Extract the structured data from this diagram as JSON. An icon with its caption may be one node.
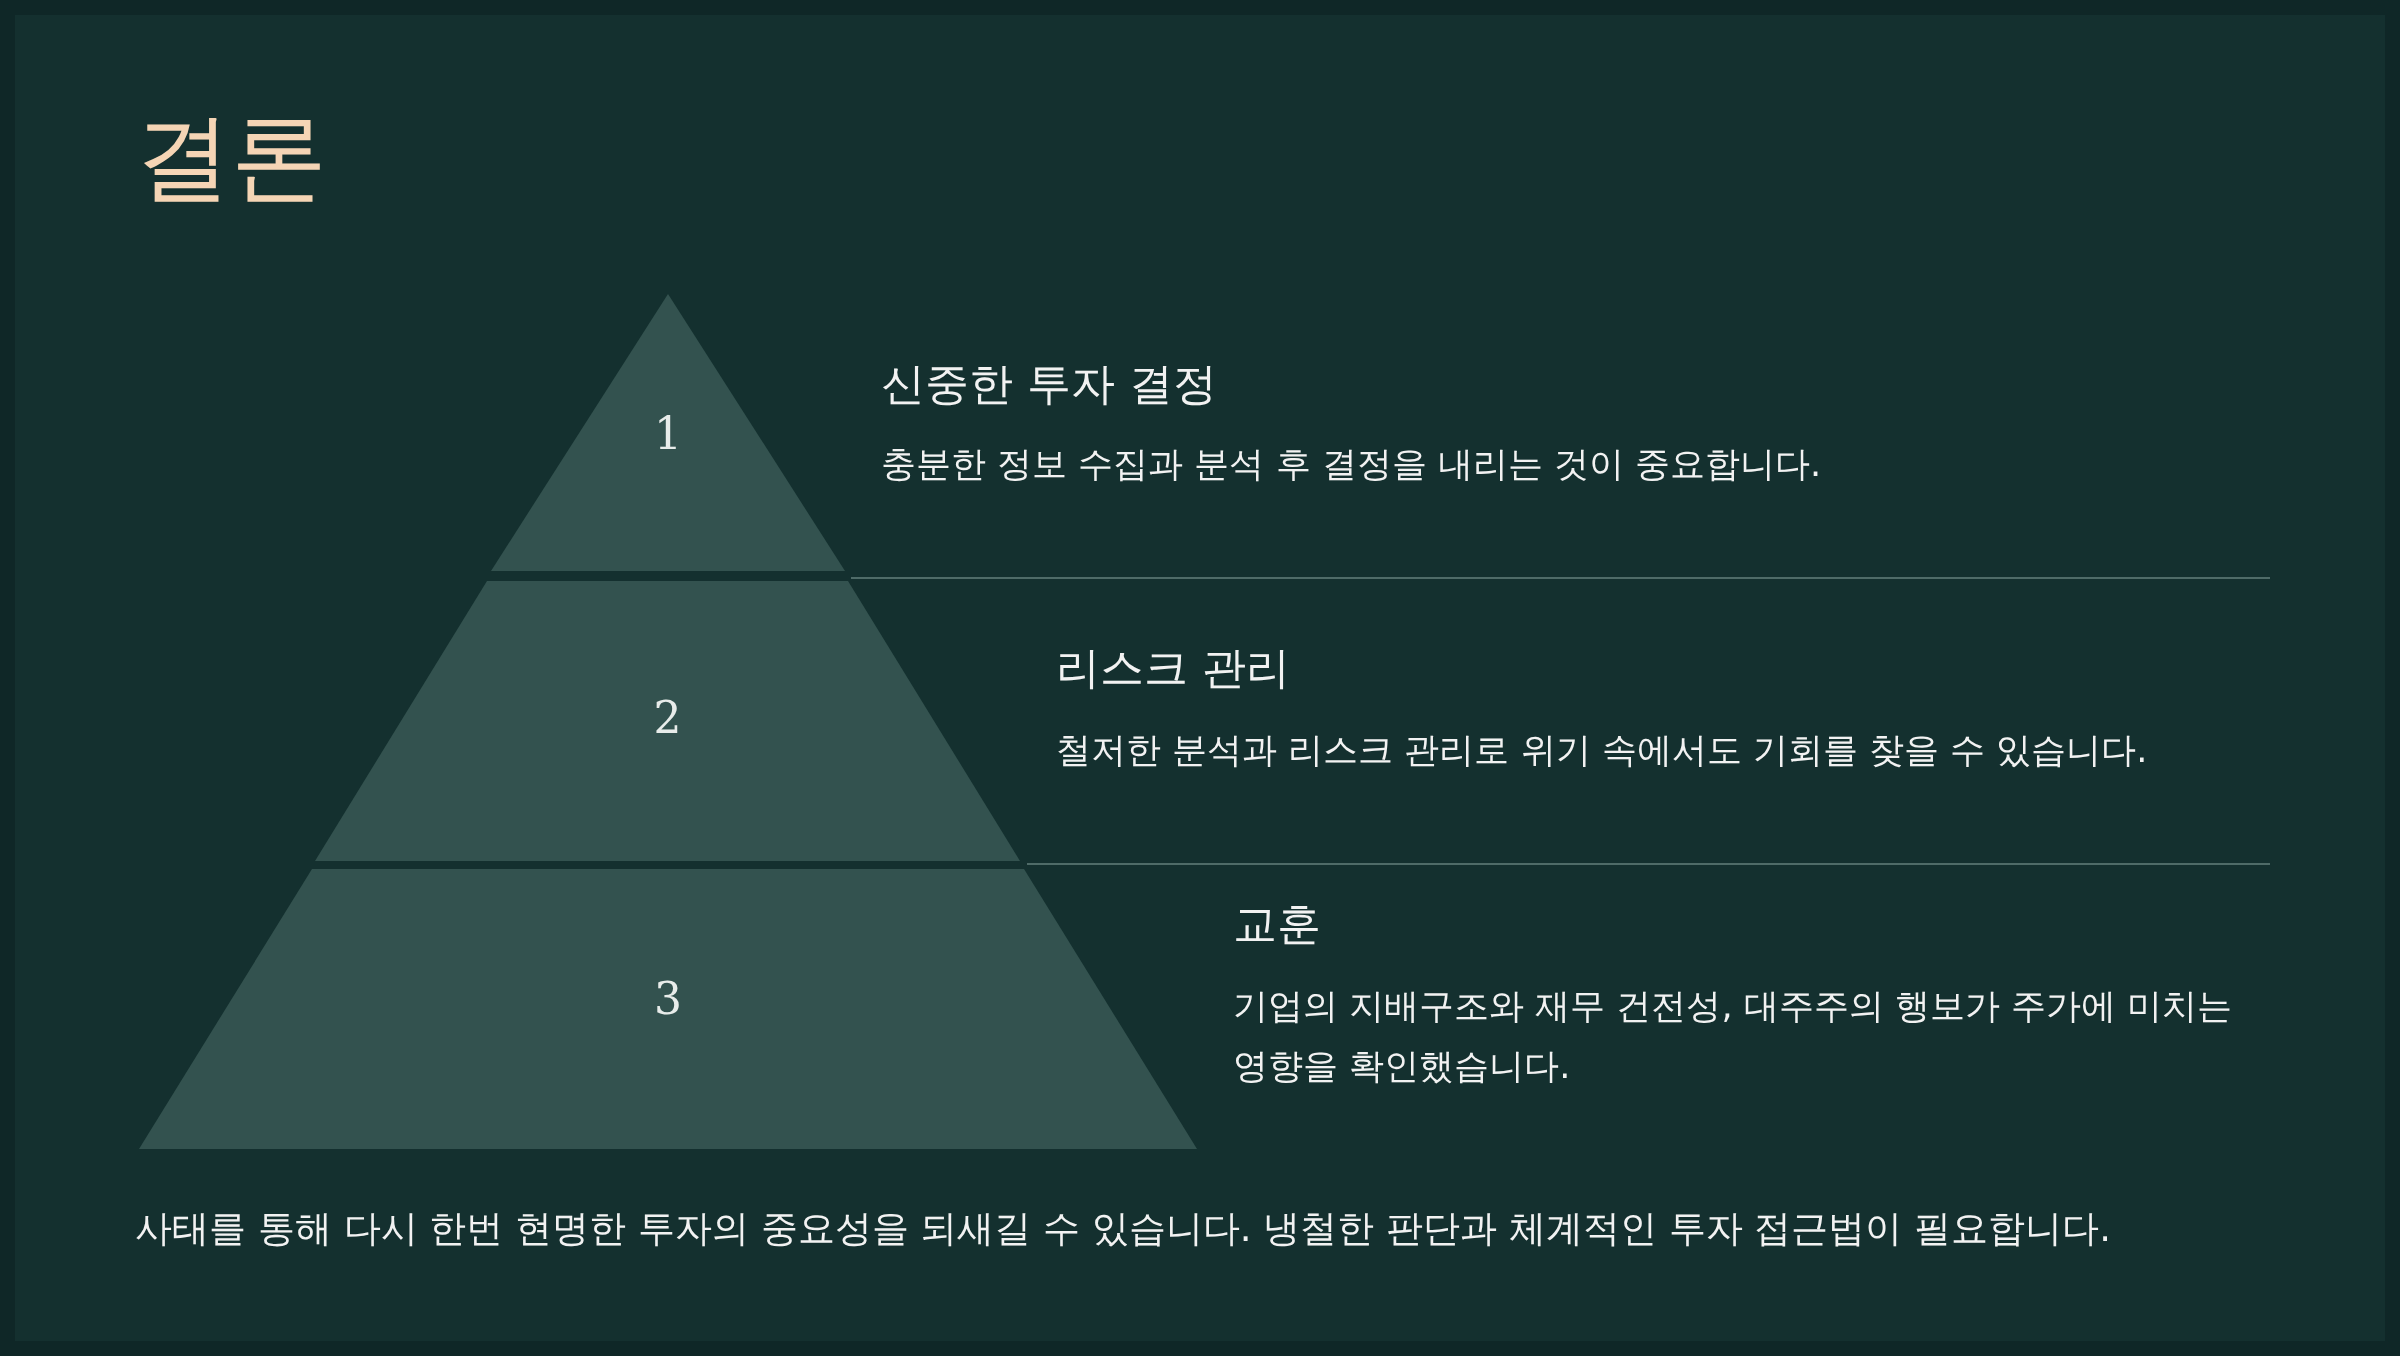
{
  "diagram": {
    "title": "결론",
    "nodes": [
      {
        "text": [
          "1"
        ],
        "beside": [
          "신중한 투자 결정",
          "충분한 정보 수집과 분석 후 결정을 내리는 것이 중요합니다."
        ]
      },
      {
        "text": [
          "2"
        ],
        "beside": [
          "리스크 관리",
          "철저한 분석과 리스크 관리로 위기 속에서도 기회를 찾을 수 있습니다."
        ]
      },
      {
        "text": [
          "3"
        ],
        "beside": [
          "교훈",
          "기업의 지배구조와 재무 건전성, 대주주의 행보가 주가에 미치는 영향을 확인했습니다."
        ]
      }
    ],
    "edges": [],
    "labels": [
      "사태를 통해 다시 한번 현명한 투자의 중요성을 되새길 수 있습니다. 냉철한 판단과 체계적인 투자 접근법이 필요합니다."
    ]
  }
}
